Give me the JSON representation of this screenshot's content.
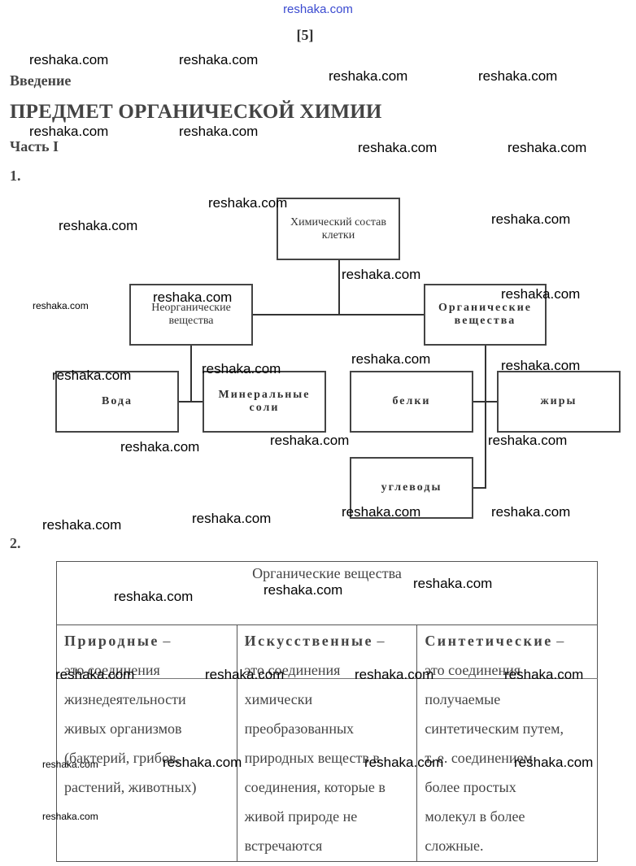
{
  "site_top": "reshaka.com",
  "page_number": "[5]",
  "intro": "Введение",
  "title": "ПРЕДМЕТ ОРГАНИЧЕСКОЙ ХИМИИ",
  "part": "Часть I",
  "q1": "1.",
  "q2": "2.",
  "watermark": "reshaka.com",
  "diagram": {
    "root": "Химический состав клетки",
    "inorganic": "Неорганические вещества",
    "organic": "Органические вещества",
    "water": "Вода",
    "salts": "Минеральные соли",
    "proteins": "белки",
    "fats": "жиры",
    "carbs": "углеводы"
  },
  "table": {
    "header": "Органические вещества",
    "columns": [
      {
        "title": "Природные",
        "dash": " –",
        "lines": [
          "это соединения",
          "жизнедеятельности",
          "живых организмов",
          "(бактерий, грибов,",
          "растений, животных)"
        ]
      },
      {
        "title": "Искусственные",
        "dash": " –",
        "lines": [
          "это соединения",
          "химически",
          "преобразованных",
          "природных веществ в",
          "соединения, которые в",
          "живой природе не",
          "встречаются"
        ]
      },
      {
        "title": "Синтетические",
        "dash": " –",
        "lines": [
          "это соединения",
          "получаемые",
          "синтетическим путем,",
          "т. е. соединением",
          "более простых",
          "молекул в более",
          "сложные."
        ]
      }
    ]
  }
}
